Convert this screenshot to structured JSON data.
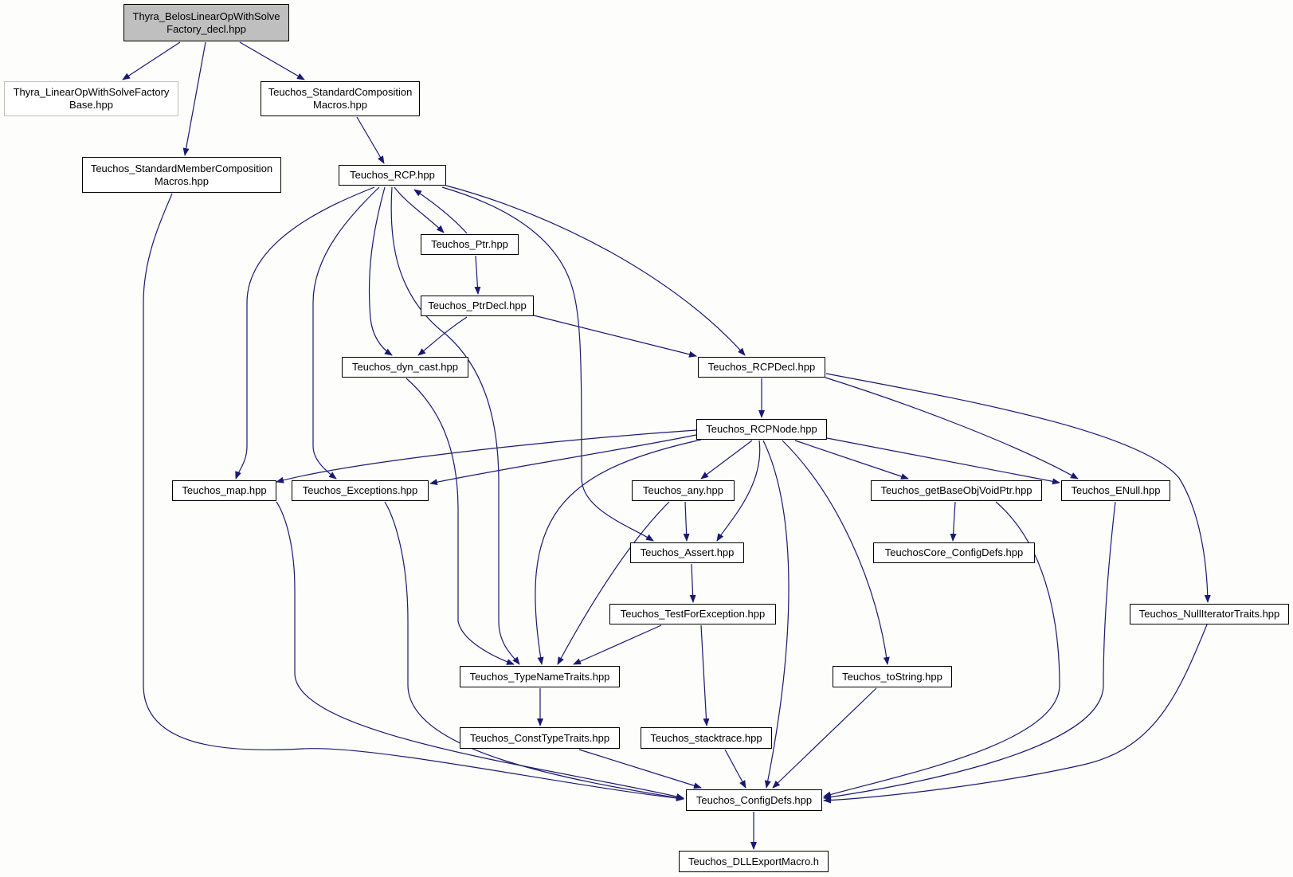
{
  "colors": {
    "edge": "#191970",
    "root_fill": "#bfbfbf",
    "external_border": "#bfbfbf"
  },
  "nodes": {
    "root": {
      "line1": "Thyra_BelosLinearOpWithSolve",
      "line2": "Factory_decl.hpp"
    },
    "lowsfb": {
      "line1": "Thyra_LinearOpWithSolveFactory",
      "line2": "Base.hpp"
    },
    "stdcomp": {
      "line1": "Teuchos_StandardComposition",
      "line2": "Macros.hpp"
    },
    "stdmember": {
      "line1": "Teuchos_StandardMemberComposition",
      "line2": "Macros.hpp"
    },
    "rcp": {
      "line1": "Teuchos_RCP.hpp"
    },
    "ptr": {
      "line1": "Teuchos_Ptr.hpp"
    },
    "ptrdecl": {
      "line1": "Teuchos_PtrDecl.hpp"
    },
    "dyncast": {
      "line1": "Teuchos_dyn_cast.hpp"
    },
    "rcpdecl": {
      "line1": "Teuchos_RCPDecl.hpp"
    },
    "rcpnode": {
      "line1": "Teuchos_RCPNode.hpp"
    },
    "map": {
      "line1": "Teuchos_map.hpp"
    },
    "exceptions": {
      "line1": "Teuchos_Exceptions.hpp"
    },
    "any": {
      "line1": "Teuchos_any.hpp"
    },
    "getbase": {
      "line1": "Teuchos_getBaseObjVoidPtr.hpp"
    },
    "enull": {
      "line1": "Teuchos_ENull.hpp"
    },
    "assert": {
      "line1": "Teuchos_Assert.hpp"
    },
    "coreconfig": {
      "line1": "TeuchosCore_ConfigDefs.hpp"
    },
    "testfor": {
      "line1": "Teuchos_TestForException.hpp"
    },
    "nulliter": {
      "line1": "Teuchos_NullIteratorTraits.hpp"
    },
    "typename": {
      "line1": "Teuchos_TypeNameTraits.hpp"
    },
    "tostring": {
      "line1": "Teuchos_toString.hpp"
    },
    "consttype": {
      "line1": "Teuchos_ConstTypeTraits.hpp"
    },
    "stacktrace": {
      "line1": "Teuchos_stacktrace.hpp"
    },
    "configdefs": {
      "line1": "Teuchos_ConfigDefs.hpp"
    },
    "dllexport": {
      "line1": "Teuchos_DLLExportMacro.h"
    }
  }
}
